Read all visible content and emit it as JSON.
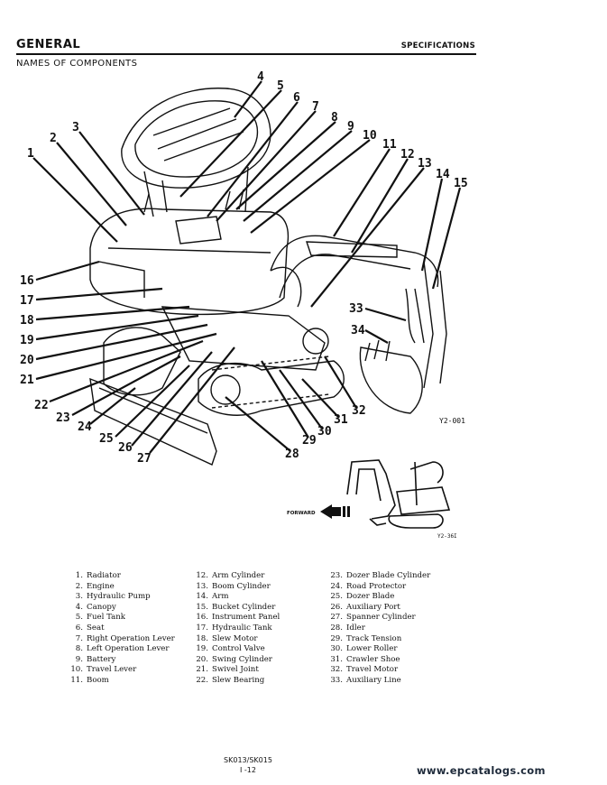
{
  "header": {
    "section": "GENERAL",
    "category": "SPECIFICATIONS"
  },
  "page_title": "NAMES OF COMPONENTS",
  "figure": {
    "label": "Y2-001",
    "inset_label": "Y2-36I",
    "forward_label": "FORWARD",
    "callouts": [
      "1",
      "2",
      "3",
      "4",
      "5",
      "6",
      "7",
      "8",
      "9",
      "10",
      "11",
      "12",
      "13",
      "14",
      "15",
      "16",
      "17",
      "18",
      "19",
      "20",
      "21",
      "22",
      "23",
      "24",
      "25",
      "26",
      "27",
      "28",
      "29",
      "30",
      "31",
      "32",
      "33",
      "34"
    ]
  },
  "legend": {
    "col1": [
      {
        "num": "1.",
        "name": "Radiator"
      },
      {
        "num": "2.",
        "name": "Engine"
      },
      {
        "num": "3.",
        "name": "Hydraulic Pump"
      },
      {
        "num": "4.",
        "name": "Canopy"
      },
      {
        "num": "5.",
        "name": "Fuel Tank"
      },
      {
        "num": "6.",
        "name": "Seat"
      },
      {
        "num": "7.",
        "name": "Right Operation Lever"
      },
      {
        "num": "8.",
        "name": "Left Operation Lever"
      },
      {
        "num": "9.",
        "name": "Battery"
      },
      {
        "num": "10.",
        "name": "Travel Lever"
      },
      {
        "num": "11.",
        "name": "Boom"
      }
    ],
    "col2": [
      {
        "num": "12.",
        "name": "Arm Cylinder"
      },
      {
        "num": "13.",
        "name": "Boom Cylinder"
      },
      {
        "num": "14.",
        "name": "Arm"
      },
      {
        "num": "15.",
        "name": "Bucket Cylinder"
      },
      {
        "num": "16.",
        "name": "Instrument Panel"
      },
      {
        "num": "17.",
        "name": "Hydraulic Tank"
      },
      {
        "num": "18.",
        "name": "Slew Motor"
      },
      {
        "num": "19.",
        "name": "Control Valve"
      },
      {
        "num": "20.",
        "name": "Swing Cylinder"
      },
      {
        "num": "21.",
        "name": "Swivel Joint"
      },
      {
        "num": "22.",
        "name": "Slew Bearing"
      }
    ],
    "col3": [
      {
        "num": "23.",
        "name": "Dozer Blade Cylinder"
      },
      {
        "num": "24.",
        "name": "Road Protector"
      },
      {
        "num": "25.",
        "name": "Dozer Blade"
      },
      {
        "num": "26.",
        "name": "Auxiliary Port"
      },
      {
        "num": "27.",
        "name": "Spanner Cylinder"
      },
      {
        "num": "28.",
        "name": "Idler"
      },
      {
        "num": "29.",
        "name": "Track Tension"
      },
      {
        "num": "30.",
        "name": "Lower Roller"
      },
      {
        "num": "31.",
        "name": "Crawler Shoe"
      },
      {
        "num": "32.",
        "name": "Travel Motor"
      },
      {
        "num": "33.",
        "name": "Auxiliary Line"
      }
    ]
  },
  "footer": {
    "model": "SK013/SK015",
    "page": "I -12"
  },
  "watermark": "www.epcatalogs.com"
}
